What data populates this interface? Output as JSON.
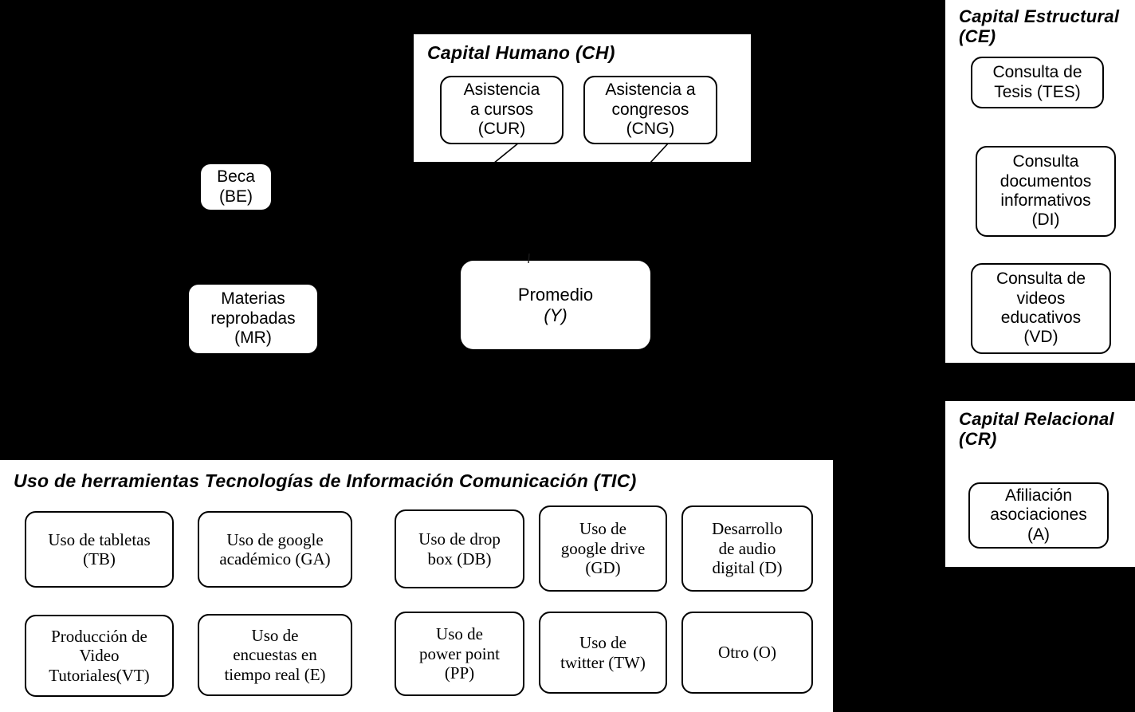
{
  "diagram": {
    "background_color": "#000000",
    "panel_color": "#ffffff",
    "line_color": "#000000"
  },
  "panels": {
    "capital_humano": {
      "title": "Capital Humano (CH)",
      "nodes": [
        {
          "label": "Asistencia\na cursos\n(CUR)",
          "code": "CUR"
        },
        {
          "label": "Asistencia a\ncongresos\n(CNG)",
          "code": "CNG"
        }
      ]
    },
    "capital_estructural": {
      "title": "Capital Estructural\n(CE)",
      "nodes": [
        {
          "label": "Consulta de\nTesis (TES)",
          "code": "TES"
        },
        {
          "label": "Consulta\ndocumentos\ninformativos\n(DI)",
          "code": "DI"
        },
        {
          "label": "Consulta de\nvideos\neducativos\n(VD)",
          "code": "VD"
        }
      ]
    },
    "capital_relacional": {
      "title": "Capital Relacional\n(CR)",
      "nodes": [
        {
          "label": "Afiliación\nasociaciones\n(A)",
          "code": "A"
        }
      ]
    },
    "tic": {
      "title": "Uso de herramientas  Tecnologías  de Información  Comunicación  (TIC)",
      "row1": [
        {
          "label": "Uso de tabletas\n(TB)",
          "code": "TB"
        },
        {
          "label": "Uso de google\nacadémico (GA)",
          "code": "GA"
        },
        {
          "label": "Uso de drop\nbox (DB)",
          "code": "DB"
        },
        {
          "label": "Uso de\ngoogle drive\n(GD)",
          "code": "GD"
        },
        {
          "label": "Desarrollo\nde audio\ndigital (D)",
          "code": "D"
        }
      ],
      "row2": [
        {
          "label": "Producción de\nVideo\nTutoriales(VT)",
          "code": "VT"
        },
        {
          "label": "Uso de\nencuestas en\ntiempo real (E)",
          "code": "E"
        },
        {
          "label": "Uso de\npower point\n(PP)",
          "code": "PP"
        },
        {
          "label": "Uso de\ntwitter (TW)",
          "code": "TW"
        },
        {
          "label": "Otro (O)",
          "code": "O"
        }
      ]
    }
  },
  "standalone_nodes": {
    "beca": {
      "label": "Beca\n(BE)",
      "code": "BE"
    },
    "materias_reprobadas": {
      "label": "Materias\nreprobadas\n(MR)",
      "code": "MR"
    },
    "promedio": {
      "line1": "Promedio",
      "line2": "(Y)",
      "code": "Y"
    }
  }
}
